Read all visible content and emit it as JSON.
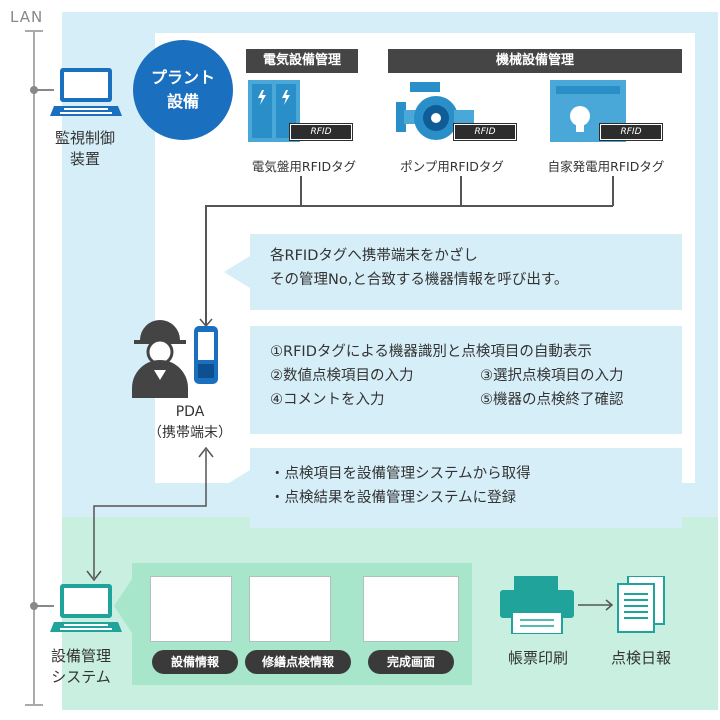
{
  "lan_label": "LAN",
  "plant_badge": {
    "line1": "プラント",
    "line2": "設備"
  },
  "monitor": {
    "line1": "監視制御",
    "line2": "装置"
  },
  "categories": {
    "electrical": "電気設備管理",
    "mechanical": "機械設備管理"
  },
  "equipment": [
    {
      "label": "電気盤用RFIDタグ",
      "tag": "RFID"
    },
    {
      "label": "ポンプ用RFIDタグ",
      "tag": "RFID"
    },
    {
      "label": "自家発電用RFIDタグ",
      "tag": "RFID"
    }
  ],
  "callout_top": {
    "line1": "各RFIDタグへ携帯端末をかざし",
    "line2": "その管理No,と合致する機器情報を呼び出す。"
  },
  "callout_mid": {
    "items": [
      "①RFIDタグによる機器識別と点検項目の自動表示",
      "②数値点検項目の入力",
      "③選択点検項目の入力",
      "④コメントを入力",
      "⑤機器の点検終了確認"
    ]
  },
  "pda": {
    "line1": "PDA",
    "line2": "（携帯端末）"
  },
  "callout_bottom": {
    "line1": "・点検項目を設備管理システムから取得",
    "line2": "・点検結果を設備管理システムに登録"
  },
  "system": {
    "line1": "設備管理",
    "line2": "システム"
  },
  "screens": [
    "設備情報",
    "修繕点検情報",
    "完成画面"
  ],
  "outputs": {
    "print": "帳票印刷",
    "report": "点検日報"
  },
  "colors": {
    "accent_blue": "#1a6fbf",
    "light_blue": "#d6eef7",
    "light_green": "#c9efe0",
    "teal": "#1fa39a"
  }
}
